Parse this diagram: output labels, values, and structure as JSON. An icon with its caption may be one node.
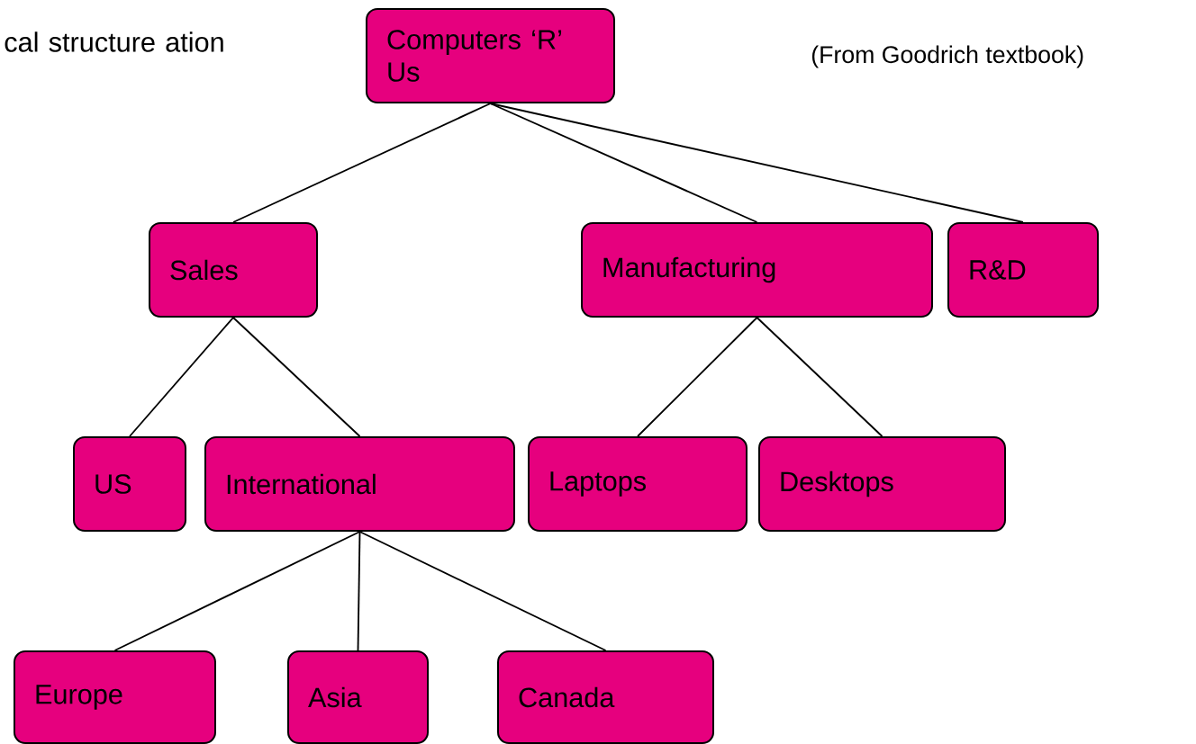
{
  "diagram": {
    "nodes": [
      {
        "text": [
          "Computers ‘R’ Us"
        ]
      },
      {
        "text": [
          "Sales"
        ]
      },
      {
        "text": [
          "Manufacturing"
        ]
      },
      {
        "text": [
          "R&D"
        ]
      },
      {
        "text": [
          "US"
        ]
      },
      {
        "text": [
          "International"
        ]
      },
      {
        "text": [
          "Laptops"
        ]
      },
      {
        "text": [
          "Desktops"
        ]
      },
      {
        "text": [
          "Europe"
        ]
      },
      {
        "text": [
          "Asia"
        ]
      },
      {
        "text": [
          "Canada"
        ]
      }
    ],
    "edges": [
      {
        "from": 0,
        "to": 1,
        "arrow": "none"
      },
      {
        "from": 0,
        "to": 2,
        "arrow": "none"
      },
      {
        "from": 0,
        "to": 3,
        "arrow": "none"
      },
      {
        "from": 1,
        "to": 4,
        "arrow": "none"
      },
      {
        "from": 1,
        "to": 5,
        "arrow": "none"
      },
      {
        "from": 2,
        "to": 6,
        "arrow": "none"
      },
      {
        "from": 2,
        "to": 7,
        "arrow": "none"
      },
      {
        "from": 5,
        "to": 8,
        "arrow": "none"
      },
      {
        "from": 5,
        "to": 9,
        "arrow": "none"
      },
      {
        "from": 5,
        "to": 10,
        "arrow": "none"
      }
    ],
    "labels": [
      "cal structure ation",
      "(From Goodrich textbook)"
    ]
  }
}
